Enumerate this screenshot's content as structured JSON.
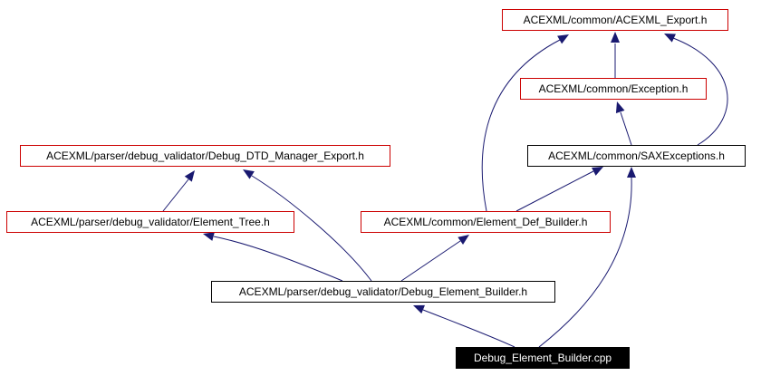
{
  "nodes": {
    "acexml_export": {
      "label": "ACEXML/common/ACEXML_Export.h",
      "border": "#cc0000"
    },
    "exception": {
      "label": "ACEXML/common/Exception.h",
      "border": "#cc0000"
    },
    "saxexceptions": {
      "label": "ACEXML/common/SAXExceptions.h",
      "border": "#000000"
    },
    "dtd_manager_export": {
      "label": "ACEXML/parser/debug_validator/Debug_DTD_Manager_Export.h",
      "border": "#cc0000"
    },
    "element_tree": {
      "label": "ACEXML/parser/debug_validator/Element_Tree.h",
      "border": "#cc0000"
    },
    "element_def_builder": {
      "label": "ACEXML/common/Element_Def_Builder.h",
      "border": "#cc0000"
    },
    "debug_element_builder_h": {
      "label": "ACEXML/parser/debug_validator/Debug_Element_Builder.h",
      "border": "#000000"
    },
    "debug_element_builder_cpp": {
      "label": "Debug_Element_Builder.cpp",
      "border": "#000000"
    }
  },
  "edges": [
    {
      "from": "exception",
      "to": "acexml_export"
    },
    {
      "from": "saxexceptions",
      "to": "exception"
    },
    {
      "from": "saxexceptions",
      "to": "acexml_export"
    },
    {
      "from": "element_def_builder",
      "to": "acexml_export"
    },
    {
      "from": "element_def_builder",
      "to": "saxexceptions"
    },
    {
      "from": "element_tree",
      "to": "dtd_manager_export"
    },
    {
      "from": "debug_element_builder_h",
      "to": "dtd_manager_export"
    },
    {
      "from": "debug_element_builder_h",
      "to": "element_tree"
    },
    {
      "from": "debug_element_builder_h",
      "to": "element_def_builder"
    },
    {
      "from": "debug_element_builder_cpp",
      "to": "debug_element_builder_h"
    },
    {
      "from": "debug_element_builder_cpp",
      "to": "saxexceptions"
    }
  ],
  "colors": {
    "edge": "#191970",
    "root_fill": "#000000",
    "root_text": "#ffffff"
  }
}
